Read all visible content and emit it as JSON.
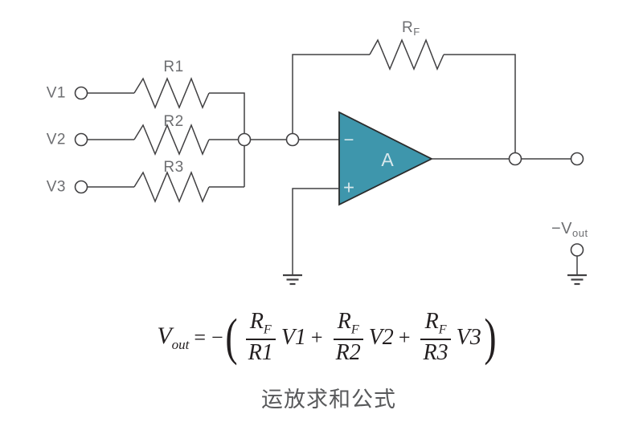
{
  "colors": {
    "opamp_fill": "#3E96AC",
    "opamp_text": "#D8E8EC",
    "wire": "#414042",
    "label": "#6D6E71",
    "formula": "#231F20",
    "caption": "#58595B"
  },
  "circuit": {
    "inputs": [
      {
        "label": "V1",
        "resistor": "R1"
      },
      {
        "label": "V2",
        "resistor": "R2"
      },
      {
        "label": "V3",
        "resistor": "R3"
      }
    ],
    "feedback_resistor": {
      "base": "R",
      "sub": "F"
    },
    "opamp": {
      "gain_label": "A",
      "minus": "−",
      "plus": "+"
    },
    "output_label": {
      "base": "−V",
      "sub": "out"
    }
  },
  "formula": {
    "lhs_base": "V",
    "lhs_sub": "out",
    "equals": "=",
    "minus": "−",
    "open_paren": "(",
    "close_paren": ")",
    "plus": "+",
    "terms": [
      {
        "num_base": "R",
        "num_sub": "F",
        "den": "R1",
        "mult": "V1"
      },
      {
        "num_base": "R",
        "num_sub": "F",
        "den": "R2",
        "mult": "V2"
      },
      {
        "num_base": "R",
        "num_sub": "F",
        "den": "R3",
        "mult": "V3"
      }
    ]
  },
  "caption": "运放求和公式"
}
